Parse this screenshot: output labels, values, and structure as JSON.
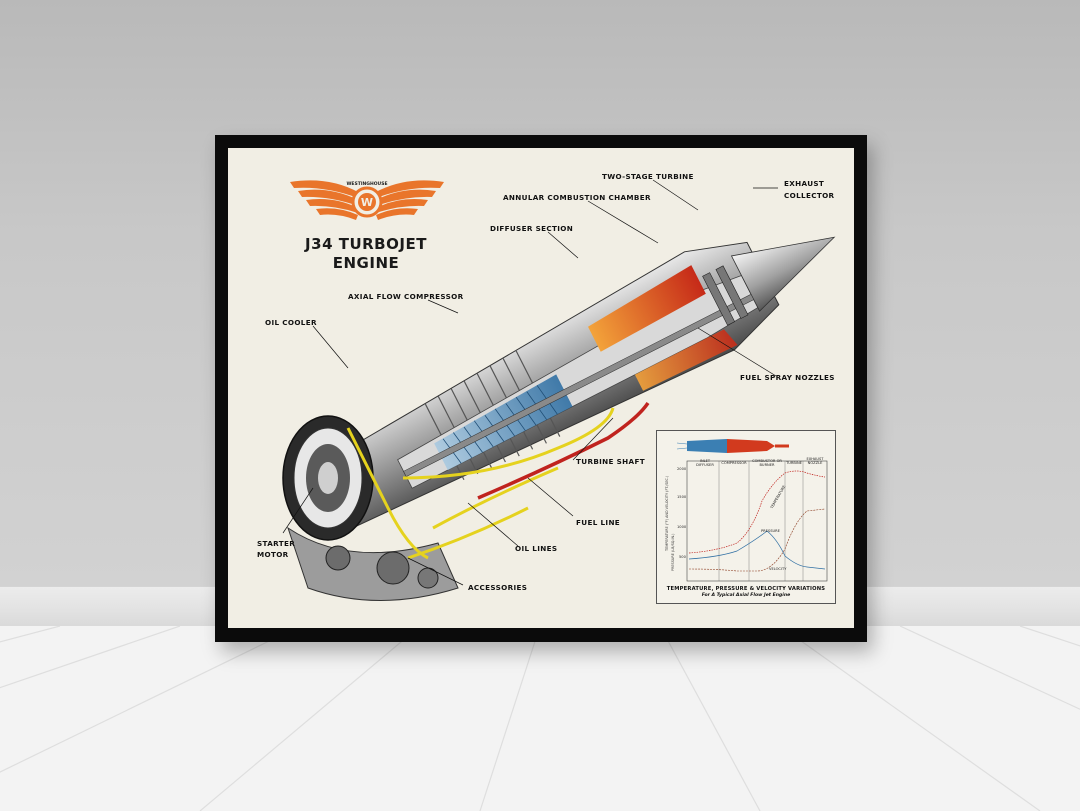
{
  "poster": {
    "title_line1": "J34 TURBOJET",
    "title_line2": "ENGINE",
    "logo_text": "WESTINGHOUSE",
    "logo_letter": "W"
  },
  "labels": {
    "two_stage_turbine": "TWO-STAGE TURBINE",
    "annular_combustion_chamber": "ANNULAR COMBUSTION CHAMBER",
    "exhaust_collector_1": "EXHAUST",
    "exhaust_collector_2": "COLLECTOR",
    "diffuser_section": "DIFFUSER SECTION",
    "axial_flow_compressor": "AXIAL FLOW COMPRESSOR",
    "oil_cooler": "OIL COOLER",
    "fuel_spray_nozzles": "FUEL SPRAY NOZZLES",
    "turbine_shaft": "TURBINE SHAFT",
    "fuel_line": "FUEL LINE",
    "oil_lines": "OIL LINES",
    "starter_motor_1": "STARTER",
    "starter_motor_2": "MOTOR",
    "accessories": "ACCESSORIES"
  },
  "inset_chart": {
    "caption_line1": "TEMPERATURE, PRESSURE & VELOCITY VARIATIONS",
    "caption_line2": "For A Typical Axial Flow Jet Engine",
    "columns": [
      "INLET DIFFUSER",
      "COMPRESSOR",
      "COMBUSTOR OR BURNER",
      "TURBINE",
      "EXHAUST NOZZLE"
    ],
    "y_ticks": [
      "2000",
      "1500",
      "1000",
      "500"
    ],
    "curve_labels": {
      "temperature": "TEMPERATURE",
      "pressure": "PRESSURE",
      "velocity": "VELOCITY"
    },
    "y_axis_title": "TEMPERATURE (°F) AND VELOCITY (FT./SEC.)",
    "y_axis_title_2": "PRESSURE (LB/SQ.IN.)"
  },
  "colors": {
    "frame": "#0b0b0b",
    "poster_bg": "#f1eee4",
    "logo_orange": "#e9752b",
    "compressor_blue": "#3b7fb3",
    "combustion_red": "#d23a1e",
    "fuel_yellow": "#e5d21e",
    "oil_red": "#c0231e"
  }
}
